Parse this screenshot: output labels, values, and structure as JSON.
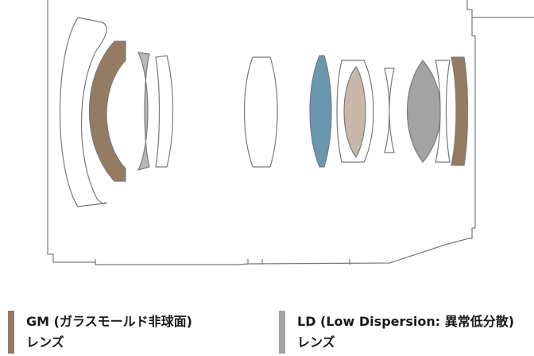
{
  "colors": {
    "outline": "#7a7a7a",
    "gm_lens": "#957b62",
    "ld_lens": "#a3a3a3",
    "blue_lens": "#6a97b0",
    "beige_lens": "#c9b8a7"
  },
  "legend": {
    "gm": {
      "label_line1": "GM (ガラスモールド非球面)",
      "label_line2": "レンズ",
      "color": "#957b62"
    },
    "ld": {
      "label_line1": "LD (Low Dispersion: 異常低分散)",
      "label_line2": "レンズ",
      "color": "#a3a3a3"
    }
  }
}
